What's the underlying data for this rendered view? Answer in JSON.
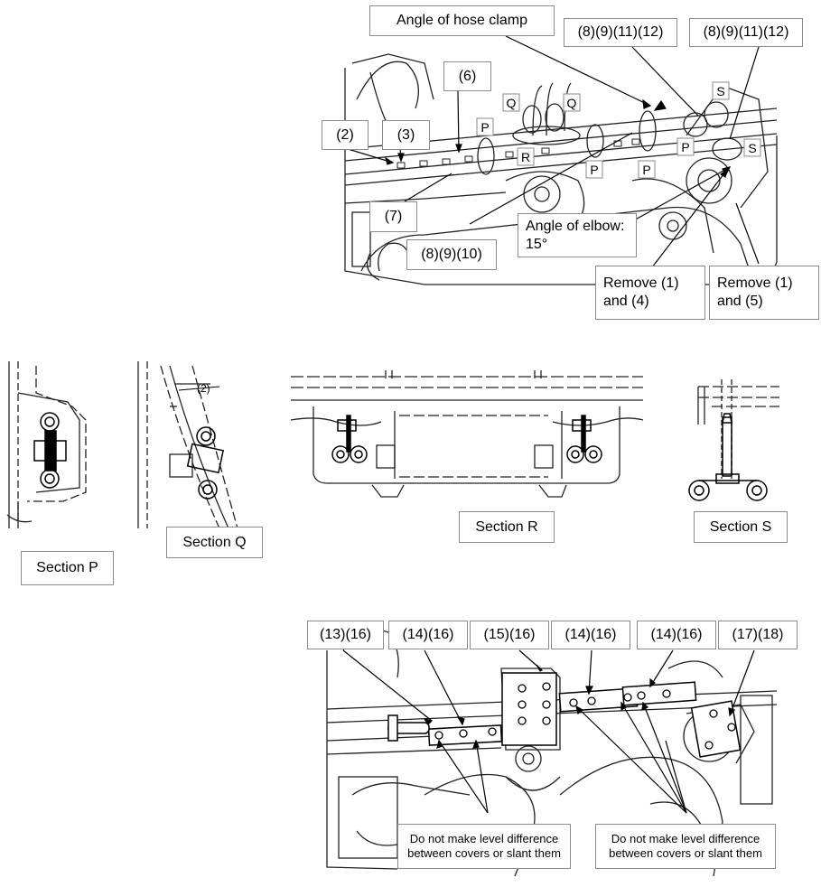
{
  "top": {
    "angle_hose_clamp": "Angle of hose clamp",
    "c_8_9_11_12_a": "(8)(9)(11)(12)",
    "c_8_9_11_12_b": "(8)(9)(11)(12)",
    "c_6": "(6)",
    "c_2": "(2)",
    "c_3": "(3)",
    "c_7": "(7)",
    "c_8_9_10": "(8)(9)(10)",
    "angle_elbow": "Angle of elbow:",
    "angle_elbow_value": "15°",
    "remove_1_4": "Remove (1) and (4)",
    "remove_1_5": "Remove (1) and (5)",
    "marks": {
      "P": "P",
      "Q": "Q",
      "R": "R",
      "S": "S"
    }
  },
  "sections": {
    "p": "Section P",
    "q": "Section Q",
    "r": "Section R",
    "s": "Section S",
    "q_dim": "(2)"
  },
  "bottom": {
    "c_13_16": "(13)(16)",
    "c_14_16_a": "(14)(16)",
    "c_15_16": "(15)(16)",
    "c_14_16_b": "(14)(16)",
    "c_14_16_c": "(14)(16)",
    "c_17_18": "(17)(18)",
    "note_left": "Do not make level difference between covers or slant them",
    "note_right": "Do not make level difference between covers or slant them"
  }
}
